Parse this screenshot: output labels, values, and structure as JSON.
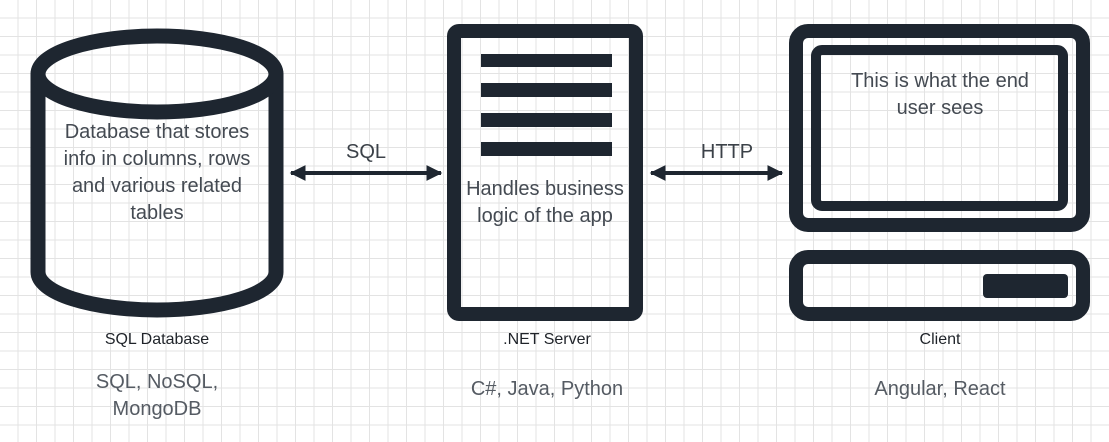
{
  "colors": {
    "shape_stroke": "#1e2630",
    "text": "#444a52",
    "grid": "#e3e3e3",
    "background": "#ffffff"
  },
  "database": {
    "description": "Database that stores info in columns, rows and various related tables",
    "label": "SQL Database",
    "tech": "SQL, NoSQL, MongoDB",
    "icon": "database-cylinder-icon"
  },
  "server": {
    "description": "Handles business logic of the app",
    "label": ".NET Server",
    "tech": "C#, Java, Python",
    "icon": "server-rack-icon"
  },
  "client": {
    "description": "This is what the end user sees",
    "label": "Client",
    "tech": "Angular, React",
    "icon": "desktop-computer-icon"
  },
  "connections": [
    {
      "label": "SQL",
      "from": "database",
      "to": "server",
      "direction": "bidirectional"
    },
    {
      "label": "HTTP",
      "from": "server",
      "to": "client",
      "direction": "bidirectional"
    }
  ]
}
